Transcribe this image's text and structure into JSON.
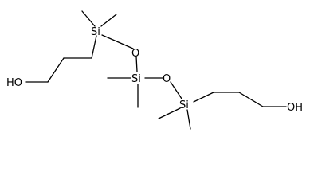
{
  "molecule": {
    "atoms": {
      "si_top": "Si",
      "o_top": "O",
      "si_middle": "Si",
      "o_right": "O",
      "si_bottom": "Si",
      "oh_left": "HO",
      "oh_right": "OH"
    }
  },
  "colors": {
    "bond": "#000000",
    "label": "#000000",
    "background": "#ffffff"
  }
}
